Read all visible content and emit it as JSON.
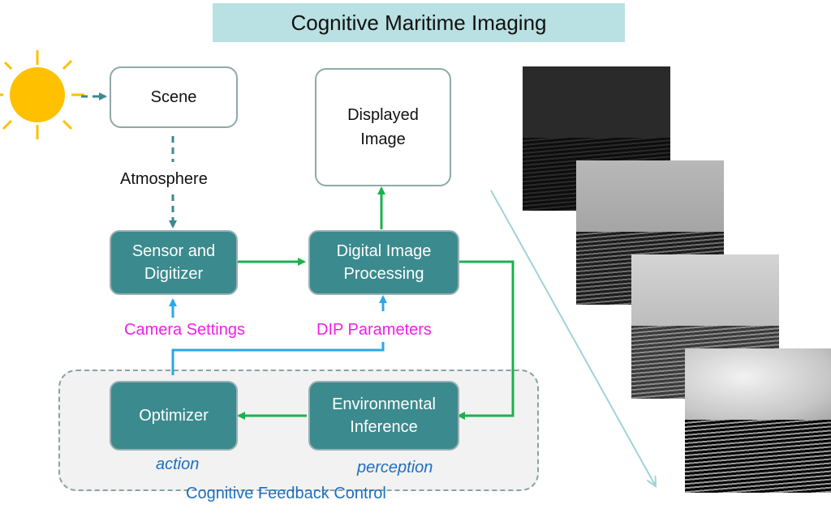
{
  "title": "Cognitive Maritime Imaging",
  "nodes": {
    "scene": "Scene",
    "displayed_image": "Displayed Image",
    "sensor": "Sensor and Digitizer",
    "dip": "Digital Image Processing",
    "optimizer": "Optimizer",
    "inference": "Environmental Inference"
  },
  "labels": {
    "atmosphere": "Atmosphere",
    "camera_settings": "Camera Settings",
    "dip_parameters": "DIP Parameters",
    "action": "action",
    "perception": "perception",
    "feedback": "Cognitive Feedback Control"
  },
  "colors": {
    "title_bg": "#b9e0e2",
    "teal_box": "#3b8a8e",
    "green_arrow": "#1db04f",
    "blue_arrow": "#2aa8e8",
    "dashed_arrow": "#3b8a8e",
    "magenta_text": "#ee1fe8",
    "blue_text": "#1e6fc0",
    "sun": "#ffc000"
  },
  "icons": [
    "sun-icon"
  ]
}
